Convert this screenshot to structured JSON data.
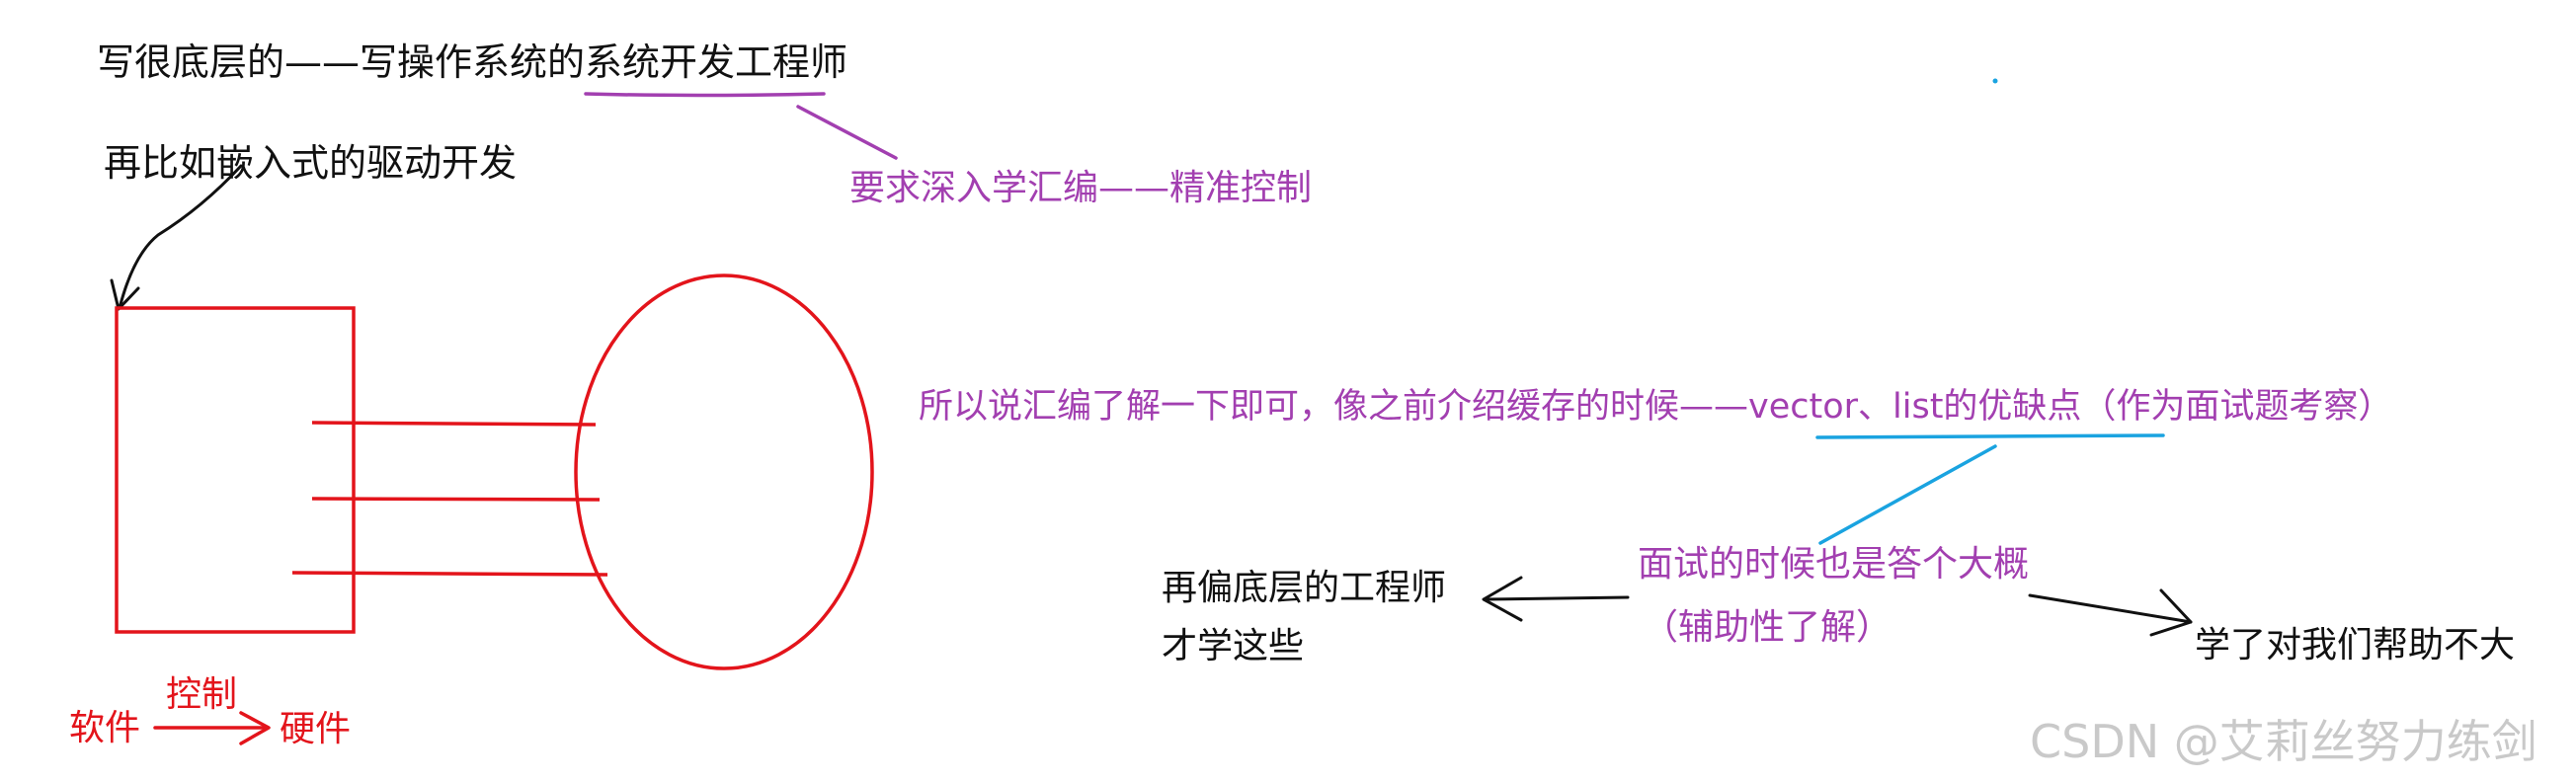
{
  "notes": {
    "top_line": "写很底层的——写操作系统的系统开发工程师",
    "embedded": "再比如嵌入式的驱动开发",
    "assembly_requirement": "要求深入学汇编——精准控制",
    "conclusion": "所以说汇编了解一下即可，像之前介绍缓存的时候——vector、list的优缺点（作为面试题考察）",
    "interview": "面试的时候也是答个大概",
    "auxiliary": "（辅助性了解）",
    "low_level_line1": "再偏底层的工程师",
    "low_level_line2": "才学这些",
    "not_helpful": "学了对我们帮助不大"
  },
  "diagram": {
    "software": "软件",
    "control": "控制",
    "hardware": "硬件"
  },
  "watermark": "CSDN @艾莉丝努力练剑",
  "colors": {
    "black": "#111111",
    "purple": "#a23fb0",
    "red": "#e3141b",
    "blue": "#1aa3e0"
  }
}
